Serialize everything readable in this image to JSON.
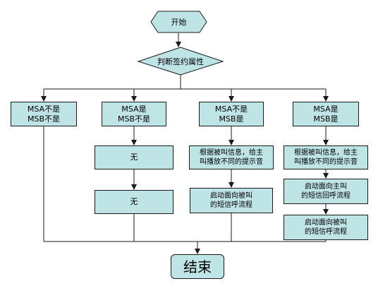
{
  "colors": {
    "fill": "#bfe4e6",
    "line": "#1a1a1a"
  },
  "start": "开始",
  "decision": "判断签约属性",
  "branches": [
    {
      "condition": [
        "MSA不是",
        "MSB不是"
      ]
    },
    {
      "condition": [
        "MSA是",
        "MSB不是"
      ],
      "step1": "无",
      "step2": "无"
    },
    {
      "condition": [
        "MSA不是",
        "MSB是"
      ],
      "step1": [
        "根据被叫信息，给主",
        "叫播放不同的提示音"
      ],
      "step2": [
        "启动面向被叫",
        "的短信呼流程"
      ]
    },
    {
      "condition": [
        "MSA是",
        "MSB是"
      ],
      "step1": [
        "根据被叫信息，给主",
        "叫播放不同的提示音"
      ],
      "step2": [
        "启动面向主叫",
        "的短信回呼流程"
      ],
      "step3": [
        "启动面向被叫",
        "的短信呼流程"
      ]
    }
  ],
  "end": "结束"
}
